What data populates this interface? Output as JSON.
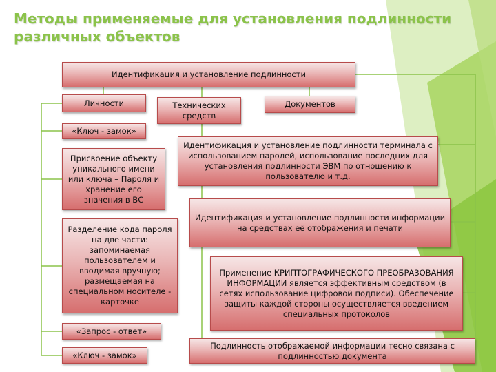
{
  "title": "Методы применяемые для установления подлинности различных объектов",
  "boxes": {
    "root": "Идентификация и установление подлинности",
    "persons": "Личности",
    "tech": "Технических средств",
    "docs": "Документов",
    "key_lock_1": "«Ключ - замок»",
    "assign_name": "Присвоение объекту уникального имени или ключа – Пароля и хранение его значения в ВС",
    "split_code": "Разделение кода пароля на две части: запоминаемая пользователем и вводимая вручную; размещаемая на специальном носителе - карточке",
    "request_response": "«Запрос - ответ»",
    "key_lock_2": "«Ключ - замок»",
    "terminal_id": "Идентификация и установление подлинности терминала с использованием паролей, использование последних для установления подлинности ЭВМ по отношению к пользователю и т.д.",
    "info_display": "Идентификация и установление подлинности информации на средствах её отображения и печати",
    "crypto": "Применение КРИПТОГРАФИЧЕСКОГО ПРЕОБРАЗОВАНИЯ ИНФОРМАЦИИ является эффективным средством (в сетях использование цифровой подписи). Обеспечение защиты каждой стороны осуществляется введением специальных протоколов",
    "doc_link": "Подлинность отображаемой информации тесно связана с подлинностью документа"
  },
  "colors": {
    "title": "#8bc34a",
    "box_border": "#b74b4b",
    "connector": "#8bc34a"
  }
}
